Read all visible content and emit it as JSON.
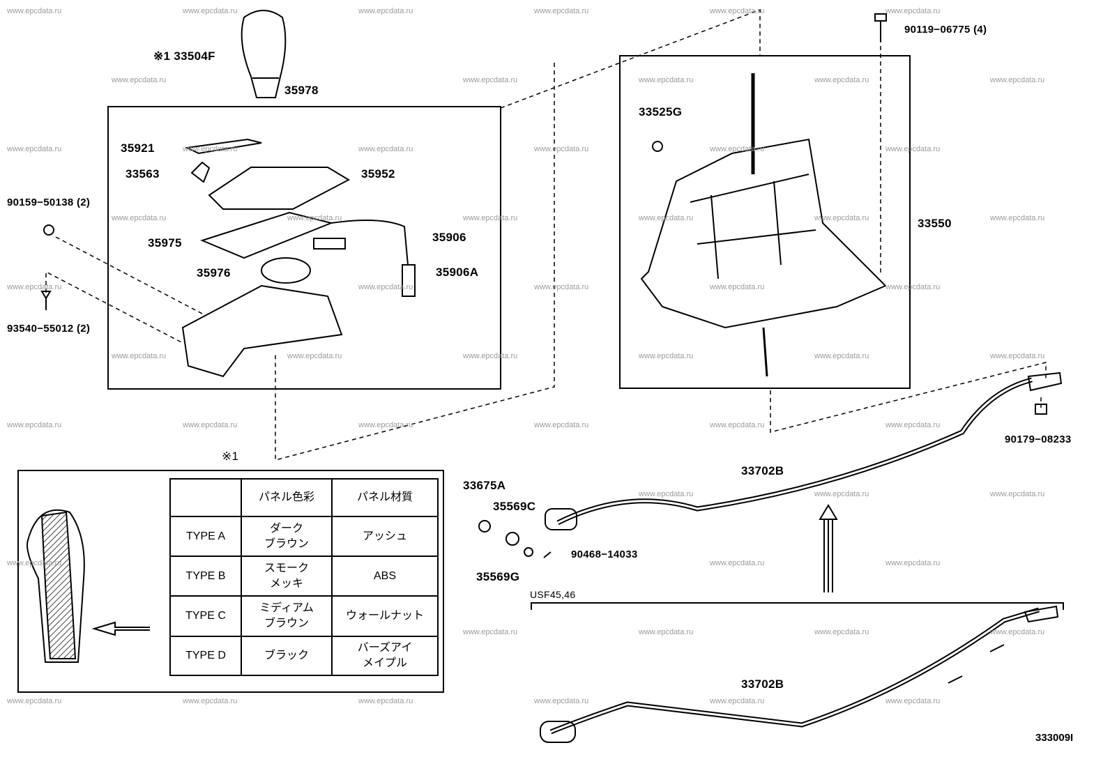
{
  "watermark": "www.epcdata.ru",
  "labels": {
    "knob": "※1 33504F",
    "p35978": "35978",
    "p35921": "35921",
    "p33563": "33563",
    "p35952": "35952",
    "p90159": "90159−50138 (2)",
    "p35975": "35975",
    "p35906": "35906",
    "p35976": "35976",
    "p35906A": "35906A",
    "p93540": "93540−55012 (2)",
    "p90119": "90119−06775 (4)",
    "p33525G": "33525G",
    "p33550": "33550",
    "p90179": "90179−08233",
    "p33702B_top": "33702B",
    "p33675A": "33675A",
    "p35569C": "35569C",
    "p90468": "90468−14033",
    "p35569G": "35569G",
    "usf": "USF45,46",
    "p33702B_bottom": "33702B",
    "note_mark": "※1",
    "diagram_code": "333009I"
  },
  "table": {
    "headers": [
      "",
      "パネル色彩",
      "パネル材質"
    ],
    "rows": [
      {
        "type": "TYPE A",
        "color_l1": "ダーク",
        "color_l2": "ブラウン",
        "material_l1": "アッシュ",
        "material_l2": ""
      },
      {
        "type": "TYPE B",
        "color_l1": "スモーク",
        "color_l2": "メッキ",
        "material_l1": "ABS",
        "material_l2": ""
      },
      {
        "type": "TYPE C",
        "color_l1": "ミディアム",
        "color_l2": "ブラウン",
        "material_l1": "ウォールナット",
        "material_l2": ""
      },
      {
        "type": "TYPE D",
        "color_l1": "ブラック",
        "color_l2": "",
        "material_l1": "バーズアイ",
        "material_l2": "メイプル"
      }
    ]
  }
}
